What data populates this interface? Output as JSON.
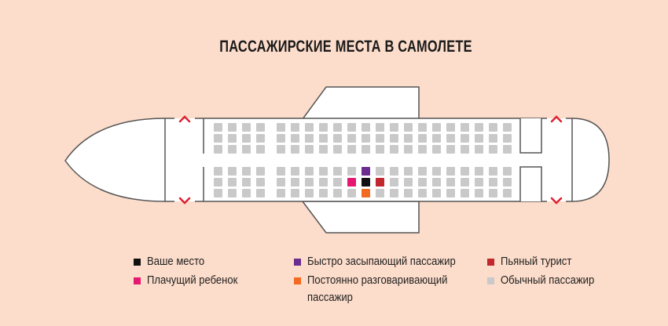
{
  "title": "ПАССАЖИРСКИЕ МЕСТА В САМОЛЕТЕ",
  "colors": {
    "background": "#fcdcca",
    "seat_regular": "#c9c9c9",
    "your_seat": "#111111",
    "sleepy": "#6b2d8f",
    "drunk": "#c1272d",
    "baby": "#e5176f",
    "talker": "#f26a21",
    "exit": "#e0202e",
    "outline": "#555555"
  },
  "seat_map": {
    "columns": 21,
    "blocks": [
      "upper",
      "lower"
    ],
    "rows_per_block": 3,
    "special_seats": [
      {
        "block": "lower",
        "row": 0,
        "column": 10,
        "type": "sleepy"
      },
      {
        "block": "lower",
        "row": 1,
        "column": 9,
        "type": "baby"
      },
      {
        "block": "lower",
        "row": 1,
        "column": 10,
        "type": "your_seat"
      },
      {
        "block": "lower",
        "row": 1,
        "column": 11,
        "type": "drunk"
      },
      {
        "block": "lower",
        "row": 2,
        "column": 10,
        "type": "talker"
      }
    ]
  },
  "legend": [
    {
      "label": "Ваше место",
      "type": "your_seat"
    },
    {
      "label": "Плачущий ребенок",
      "type": "baby"
    },
    {
      "label": "Быстро засыпающий пассажир",
      "type": "sleepy"
    },
    {
      "label": "Постоянно разговаривающий пассажир",
      "type": "talker"
    },
    {
      "label": "Пьяный турист",
      "type": "drunk"
    },
    {
      "label": "Обычный пассажир",
      "type": "seat_regular"
    }
  ]
}
